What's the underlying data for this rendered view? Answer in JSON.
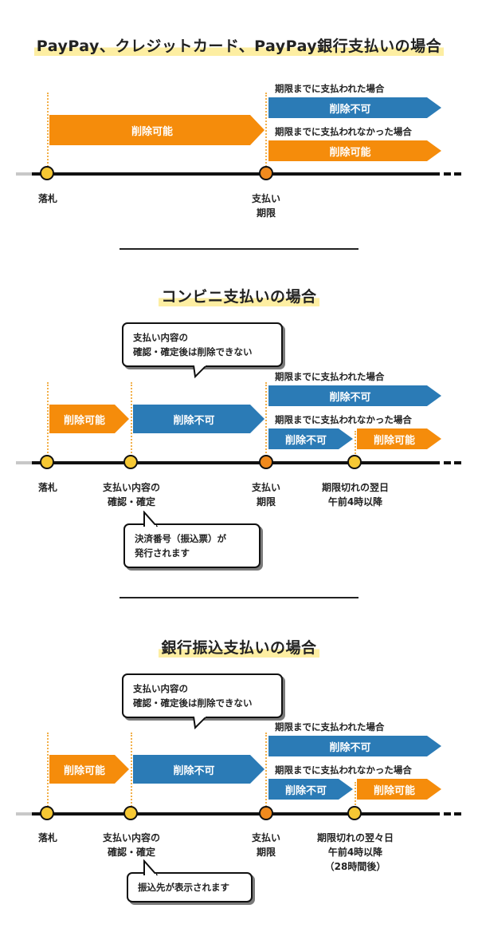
{
  "sections": [
    {
      "title": "PayPay、クレジットカード、PayPay銀行支払いの場合",
      "bars": [
        "削除可能",
        "削除不可",
        "削除可能"
      ],
      "captions": [
        "期限までに支払われた場合",
        "期限までに支払われなかった場合"
      ],
      "points": [
        {
          "lines": [
            "落札"
          ]
        },
        {
          "lines": [
            "支払い",
            "期限"
          ]
        }
      ]
    },
    {
      "title": "コンビニ支払いの場合",
      "bubbles": {
        "top": [
          "支払い内容の",
          "確認・確定後は削除できない"
        ],
        "bottom": [
          "決済番号（振込票）が",
          "発行されます"
        ]
      },
      "bars": [
        "削除可能",
        "削除不可",
        "削除不可",
        "削除不可",
        "削除可能"
      ],
      "captions": [
        "期限までに支払われた場合",
        "期限までに支払われなかった場合"
      ],
      "points": [
        {
          "lines": [
            "落札"
          ]
        },
        {
          "lines": [
            "支払い内容の",
            "確認・確定"
          ]
        },
        {
          "lines": [
            "支払い",
            "期限"
          ]
        },
        {
          "lines": [
            "期限切れの翌日",
            "午前4時以降"
          ]
        }
      ]
    },
    {
      "title": "銀行振込支払いの場合",
      "bubbles": {
        "top": [
          "支払い内容の",
          "確認・確定後は削除できない"
        ],
        "bottom": [
          "振込先が表示されます"
        ]
      },
      "bars": [
        "削除可能",
        "削除不可",
        "削除不可",
        "削除不可",
        "削除可能"
      ],
      "captions": [
        "期限までに支払われた場合",
        "期限までに支払われなかった場合"
      ],
      "points": [
        {
          "lines": [
            "落札"
          ]
        },
        {
          "lines": [
            "支払い内容の",
            "確認・確定"
          ]
        },
        {
          "lines": [
            "支払い",
            "期限"
          ]
        },
        {
          "lines": [
            "期限切れの翌々日",
            "午前4時以降",
            "（28時間後）"
          ]
        }
      ]
    }
  ],
  "colors": {
    "blue": "#2b7bb6",
    "orange": "#f58c0b",
    "dot_yellow": "#f6c834",
    "dot_orange": "#f08a1e",
    "title_highlight": "#fdeea2",
    "guide_line": "#f2b04a"
  }
}
